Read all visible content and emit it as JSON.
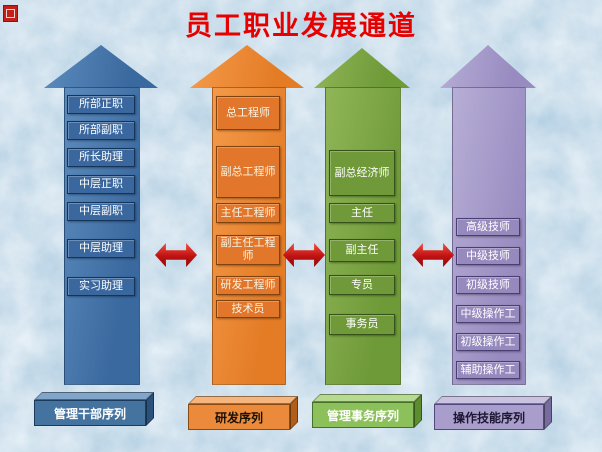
{
  "title": "员工职业发展通道",
  "colors": {
    "title": "#e60000",
    "management_column": "#4377ad",
    "rd_column": "#ec8b33",
    "affairs_column": "#7da645",
    "skills_column": "#a79dc9",
    "exchange_arrows": "#c01212"
  },
  "columns": [
    {
      "footer": "管理干部序列",
      "levels": [
        "所部正职",
        "所部副职",
        "所长助理",
        "中层正职",
        "中层副职",
        "中层助理",
        "实习助理"
      ]
    },
    {
      "footer": "研发序列",
      "levels": [
        "总工程师",
        "副总工程师",
        "主任工程师",
        "副主任工程师",
        "研发工程师",
        "技术员"
      ]
    },
    {
      "footer": "管理事务序列",
      "levels": [
        "副总经济师",
        "主任",
        "副主任",
        "专员",
        "事务员"
      ]
    },
    {
      "footer": "操作技能序列",
      "levels": [
        "高级技师",
        "中级技师",
        "初级技师",
        "中级操作工",
        "初级操作工",
        "辅助操作工"
      ]
    }
  ]
}
